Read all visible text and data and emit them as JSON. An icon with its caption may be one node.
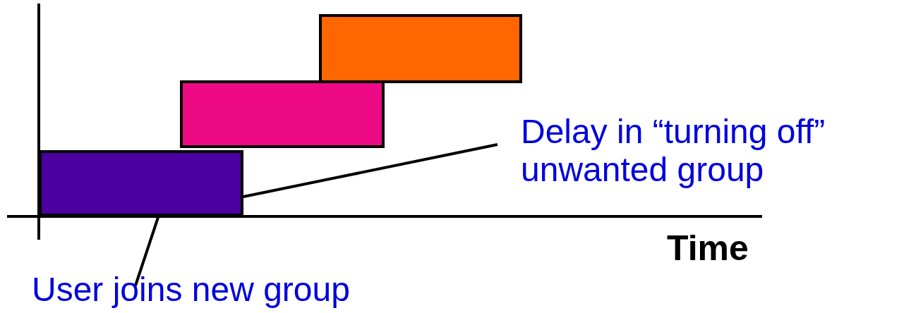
{
  "diagram": {
    "nodes": [
      {
        "text": [],
        "shape": "bar"
      },
      {
        "text": [],
        "shape": "bar"
      },
      {
        "text": [],
        "shape": "bar"
      },
      {
        "text": [
          "Delay in “turning off” unwanted group"
        ]
      },
      {
        "text": [
          "User joins new group"
        ]
      }
    ],
    "edges": [
      {
        "from": 3,
        "to": 2,
        "arrow": "none"
      },
      {
        "from": 4,
        "to": 2,
        "arrow": "none"
      }
    ],
    "labels": [
      "Time"
    ]
  }
}
